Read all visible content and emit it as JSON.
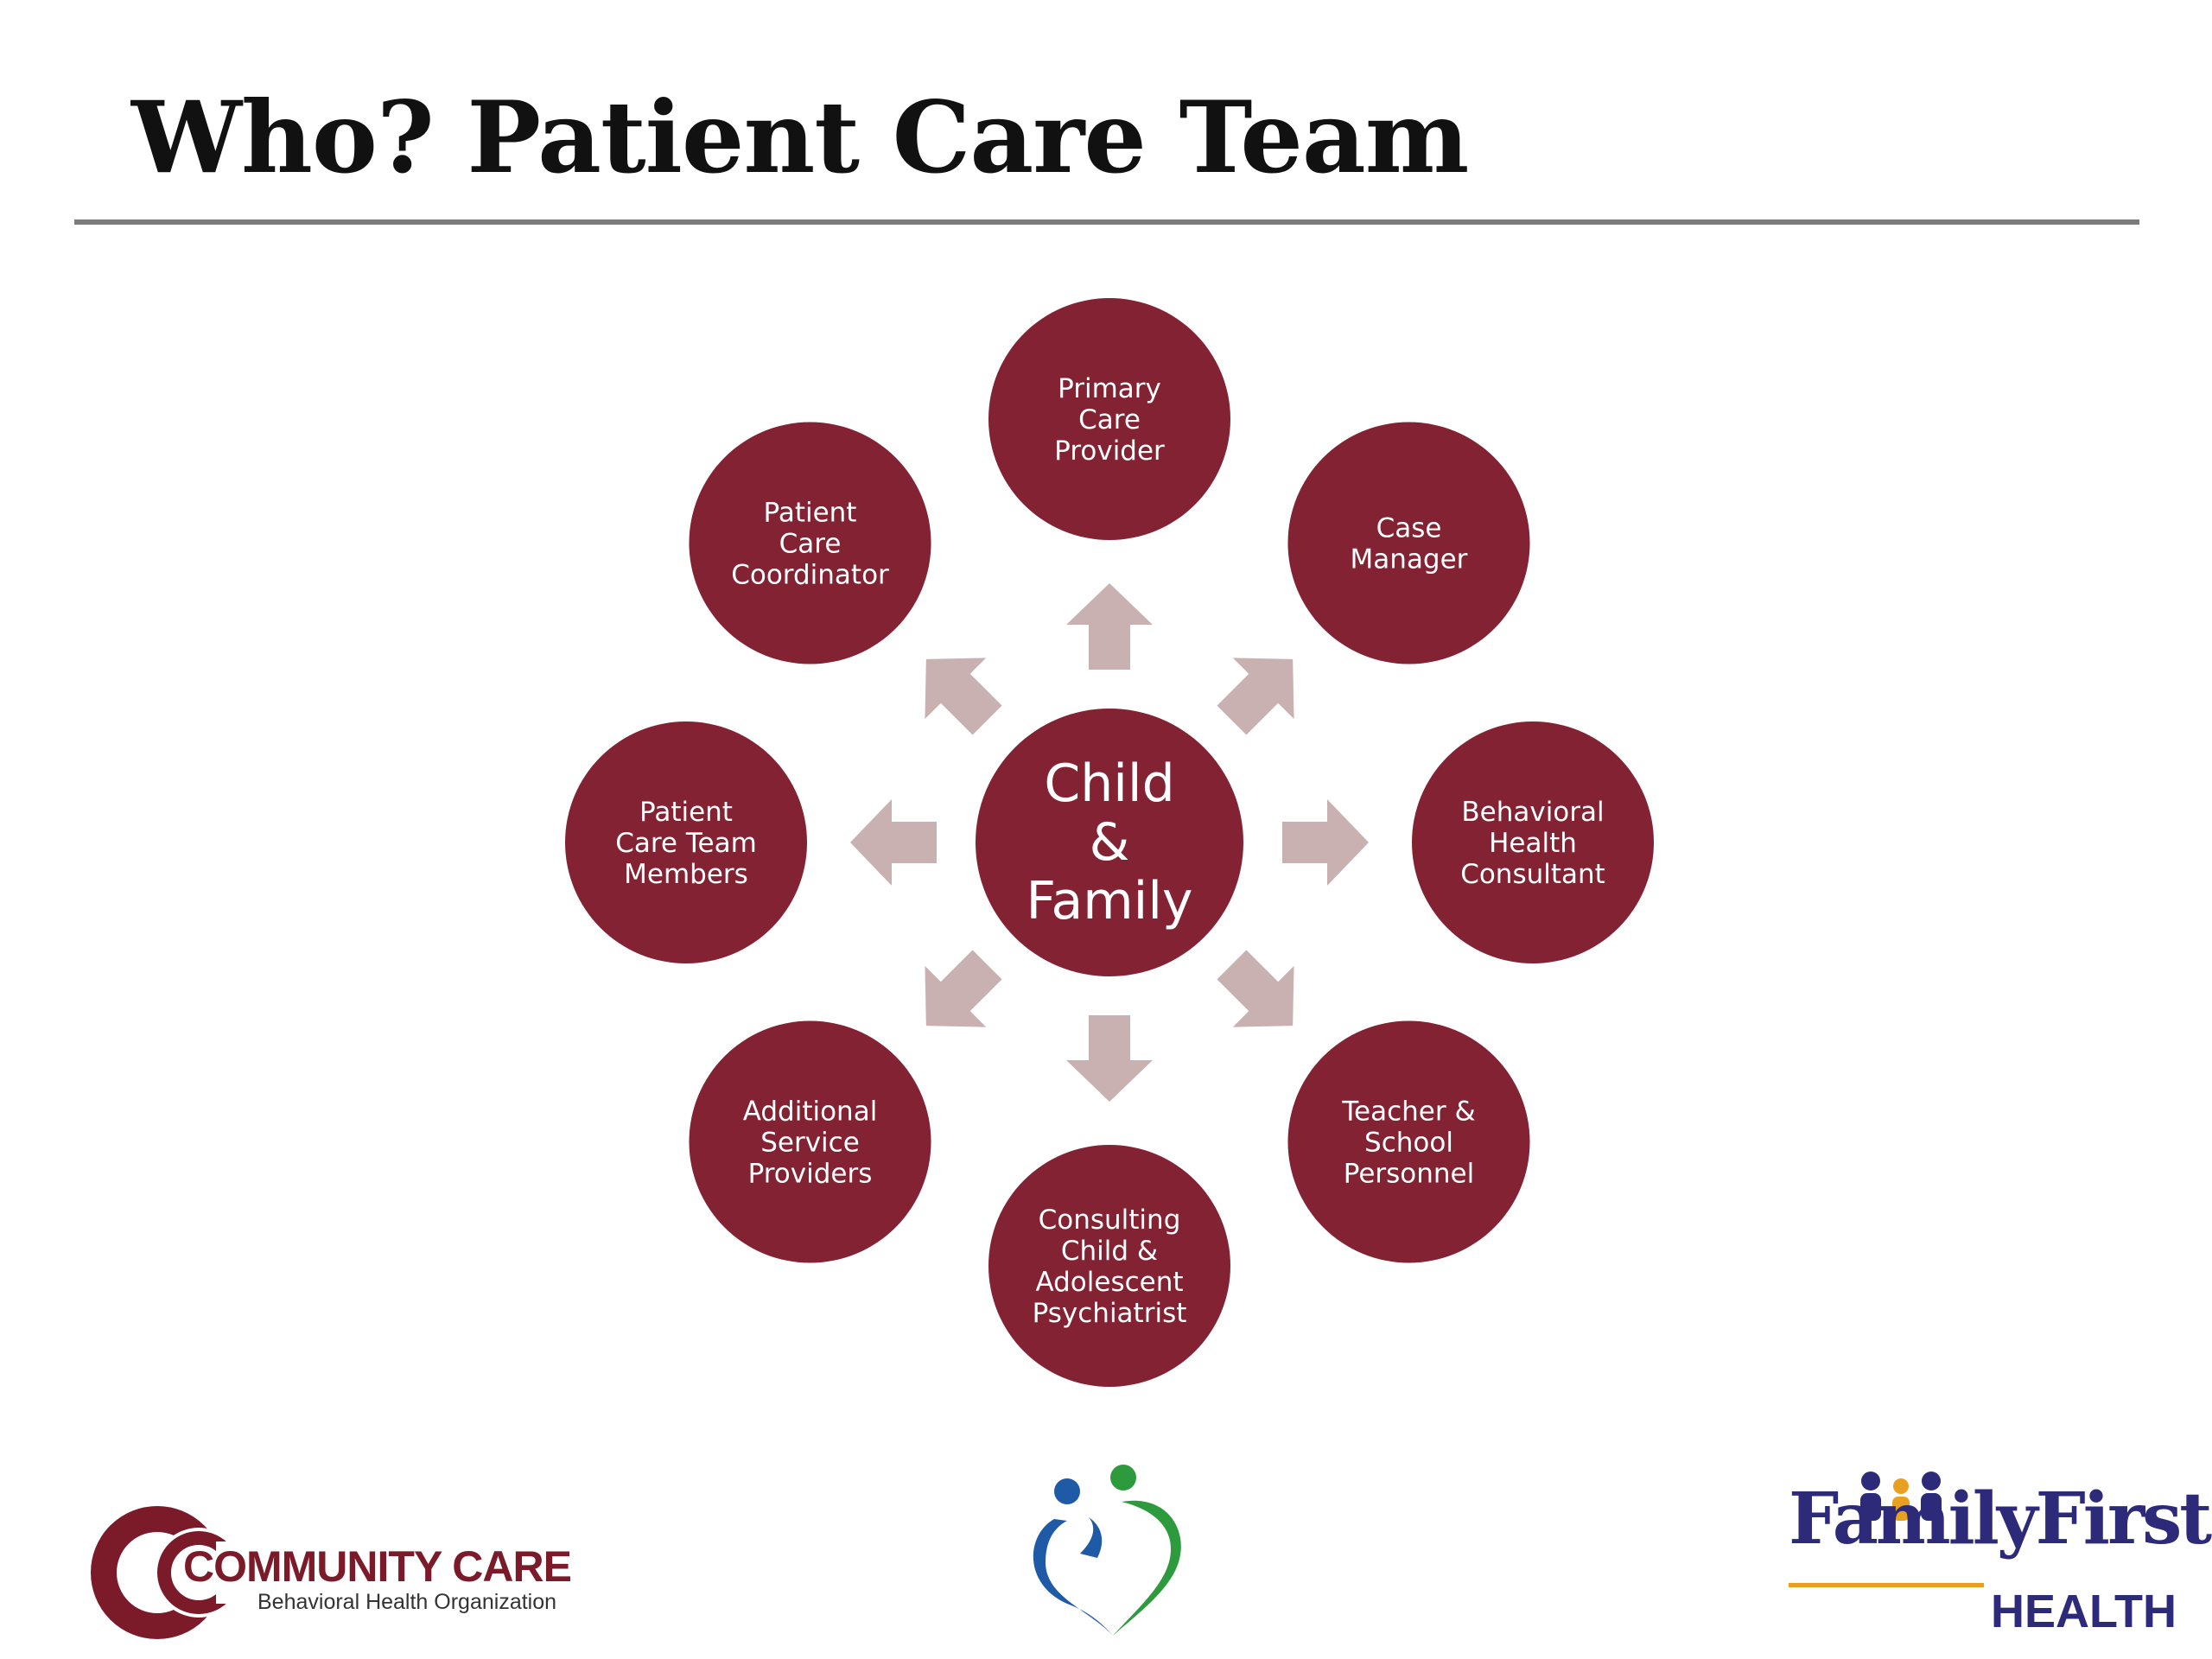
{
  "title": "Who? Patient Care Team",
  "colors": {
    "node": "#832232",
    "arrow": "#c9b1b1",
    "rule": "#7c7c7c",
    "community_care": "#7b1b2a",
    "family_first": "#2e2a7a",
    "family_first_accent": "#e8a020",
    "heart_blue": "#1f5aa6",
    "heart_green": "#2e9a3e"
  },
  "center": {
    "lines": [
      "Child",
      "&",
      "Family"
    ]
  },
  "nodes": [
    {
      "id": "primary-care-provider",
      "lines": [
        "Primary",
        "Care",
        "Provider"
      ]
    },
    {
      "id": "case-manager",
      "lines": [
        "Case",
        "Manager"
      ]
    },
    {
      "id": "behavioral-health-consultant",
      "lines": [
        "Behavioral",
        "Health",
        "Consultant"
      ]
    },
    {
      "id": "teacher-school-personnel",
      "lines": [
        "Teacher &",
        "School",
        "Personnel"
      ]
    },
    {
      "id": "consulting-psychiatrist",
      "lines": [
        "Consulting",
        "Child &",
        "Adolescent",
        "Psychiatrist"
      ]
    },
    {
      "id": "additional-service-providers",
      "lines": [
        "Additional",
        "Service",
        "Providers"
      ]
    },
    {
      "id": "patient-care-team-members",
      "lines": [
        "Patient",
        "Care Team",
        "Members"
      ]
    },
    {
      "id": "patient-care-coordinator",
      "lines": [
        "Patient",
        "Care",
        "Coordinator"
      ]
    }
  ],
  "logos": {
    "community_care": {
      "name": "COMMUNITY CARE",
      "subtitle": "Behavioral Health Organization"
    },
    "heart": {
      "icon": "heart-figures-icon"
    },
    "family_first": {
      "name": "FamilyFirst",
      "tagline": "HEALTH"
    }
  }
}
